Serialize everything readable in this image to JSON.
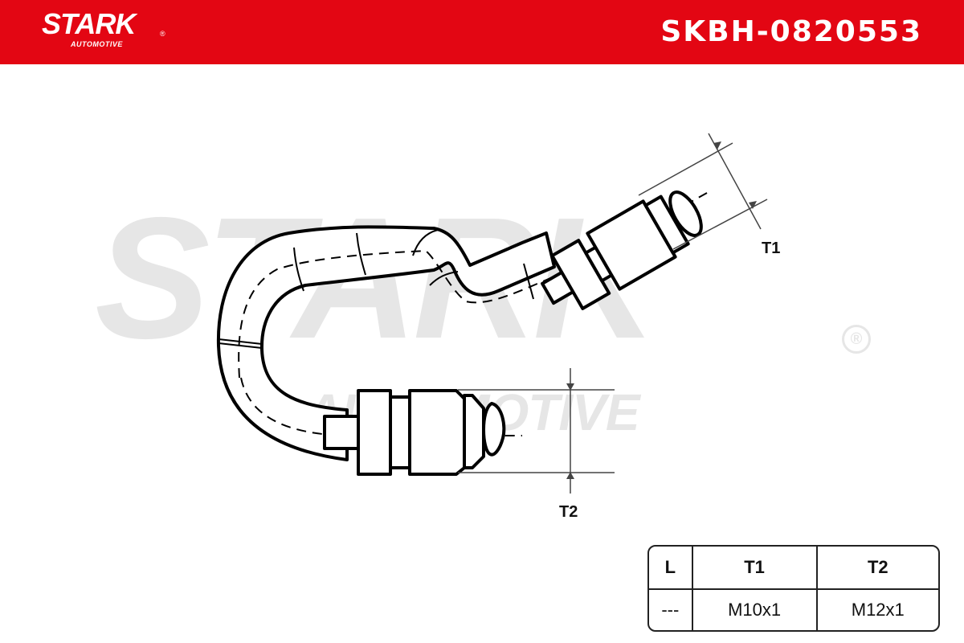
{
  "header": {
    "brand": "STARK",
    "brand_sub": "AUTOMOTIVE",
    "registered_mark": "®",
    "part_number": "SKBH-0820553",
    "background_color": "#e30613"
  },
  "watermark": {
    "text": "STARK",
    "sub_text": "AUTOMOTIVE",
    "registered_mark": "®"
  },
  "diagram": {
    "subject": "brake hose with two threaded fittings",
    "dimension_labels": {
      "t1": "T1",
      "t2": "T2"
    }
  },
  "spec_table": {
    "headers": [
      "L",
      "T1",
      "T2"
    ],
    "values": [
      "---",
      "M10x1",
      "M12x1"
    ]
  }
}
